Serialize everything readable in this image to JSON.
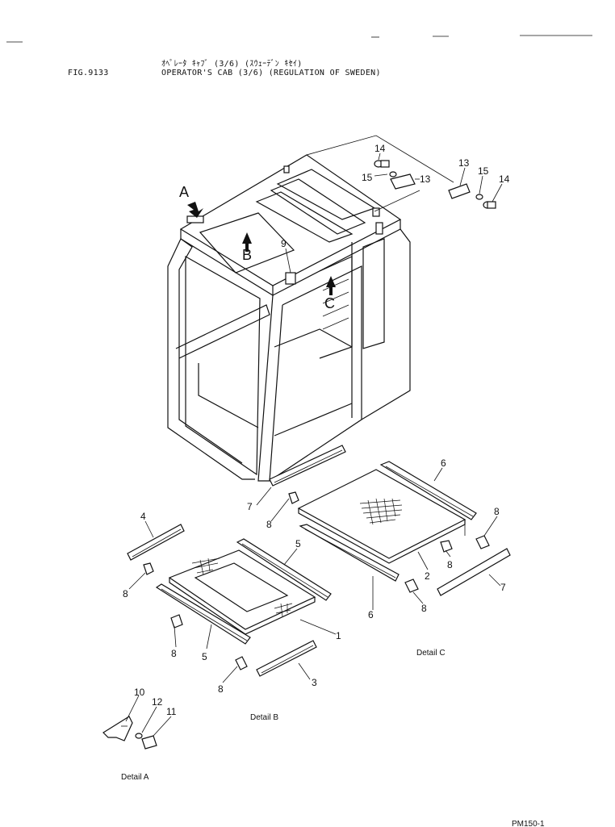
{
  "header": {
    "jp_title": "ｵﾍﾟﾚｰﾀ ｷｬﾌﾞ (3/6) (ｽｳｪｰﾃﾞﾝ ｷｾｲ)",
    "fig_number": "FIG.9133",
    "en_title": "OPERATOR'S CAB (3/6) (REGULATION OF SWEDEN)"
  },
  "view_letters": {
    "a": "A",
    "b": "B",
    "c": "C"
  },
  "callouts": {
    "p1": "1",
    "p2": "2",
    "p3": "3",
    "p4": "4",
    "p5": "5",
    "p6": "6",
    "p7": "7",
    "p8": "8",
    "p9": "9",
    "p10": "10",
    "p11": "11",
    "p12": "12",
    "p13": "13",
    "p14": "14",
    "p15": "15"
  },
  "details": {
    "a": "Detail A",
    "b": "Detail B",
    "c": "Detail C"
  },
  "footer": {
    "code": "PM150-1"
  },
  "colors": {
    "ink": "#111111",
    "paper": "#ffffff"
  }
}
